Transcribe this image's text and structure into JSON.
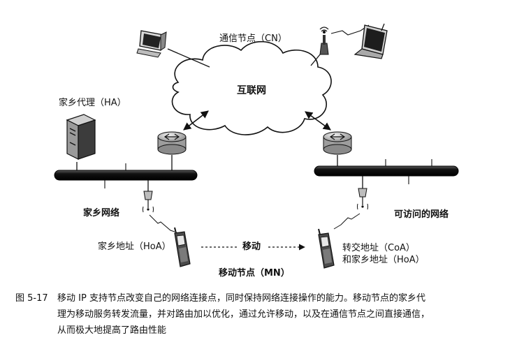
{
  "labels": {
    "cn": "通信节点（CN）",
    "internet": "互联网",
    "ha": "家乡代理（HA）",
    "home_network": "家乡网络",
    "visited_network": "可访问的网络",
    "home_address": "家乡地址（HoA）",
    "move": "移动",
    "care_of_address": "转交地址（CoA）",
    "home_address_2": "和家乡地址（HoA）",
    "mobile_node": "移动节点（MN）"
  },
  "caption": {
    "number": "图 5-17",
    "line1": "移动 IP 支持节点改变自己的网络连接点，同时保持网络连接操作的能力。移动节点的家乡代",
    "line2": "理为移动服务转发流量，并对路由加以优化，通过允许移动，以及在通信节点之间直接通信，",
    "line3": "从而极大地提高了路由性能"
  },
  "icons": [
    "desktop-computer-icon",
    "wireless-antenna-icon",
    "laptop-icon",
    "server-icon",
    "router-icon",
    "access-point-icon",
    "mobile-phone-icon"
  ],
  "colors": {
    "ink": "#111111",
    "cloud": "#ffffff",
    "pipe": "#1a1a1a"
  }
}
